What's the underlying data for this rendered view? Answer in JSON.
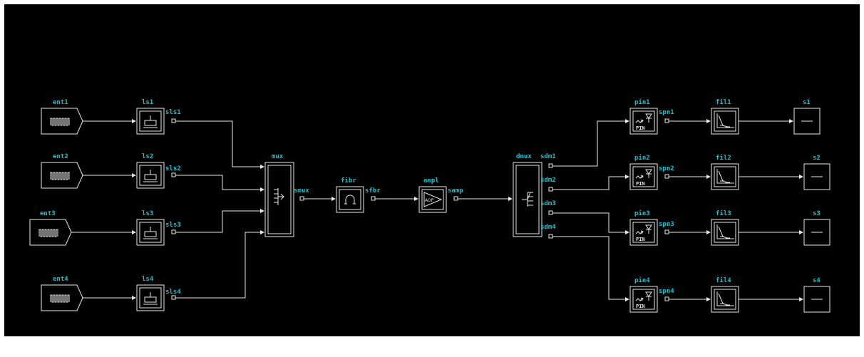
{
  "diagram": {
    "sources": [
      {
        "label": "ent1"
      },
      {
        "label": "ent2"
      },
      {
        "label": "ent3"
      },
      {
        "label": "ent4"
      }
    ],
    "lasers": [
      {
        "label": "ls1",
        "out": "sls1"
      },
      {
        "label": "ls2",
        "out": "sls2"
      },
      {
        "label": "ls3",
        "out": "sls3"
      },
      {
        "label": "ls4",
        "out": "sls4"
      }
    ],
    "mux": {
      "label": "mux",
      "out": "smux"
    },
    "fiber": {
      "label": "fibr",
      "out": "sfbr"
    },
    "amplifier": {
      "label": "ampl",
      "out": "samp",
      "icon_text": "AOP"
    },
    "demux": {
      "label": "dmux",
      "outs": [
        "sdm1",
        "sdm2",
        "sdm3",
        "sdm4"
      ]
    },
    "photodiodes": [
      {
        "label": "pin1",
        "out": "spn1",
        "icon_text": "PIN"
      },
      {
        "label": "pin2",
        "out": "spn2",
        "icon_text": "PIN"
      },
      {
        "label": "pin3",
        "out": "spn3",
        "icon_text": "PIN"
      },
      {
        "label": "pin4",
        "out": "spn4",
        "icon_text": "PIN"
      }
    ],
    "filters": [
      {
        "label": "fil1"
      },
      {
        "label": "fil2"
      },
      {
        "label": "fil3"
      },
      {
        "label": "fil4"
      }
    ],
    "sinks": [
      {
        "label": "s1"
      },
      {
        "label": "s2"
      },
      {
        "label": "s3"
      },
      {
        "label": "s4"
      }
    ],
    "colors": {
      "background": "#000000",
      "wire": "#e8e8e8",
      "label": "#00c8d8"
    }
  }
}
